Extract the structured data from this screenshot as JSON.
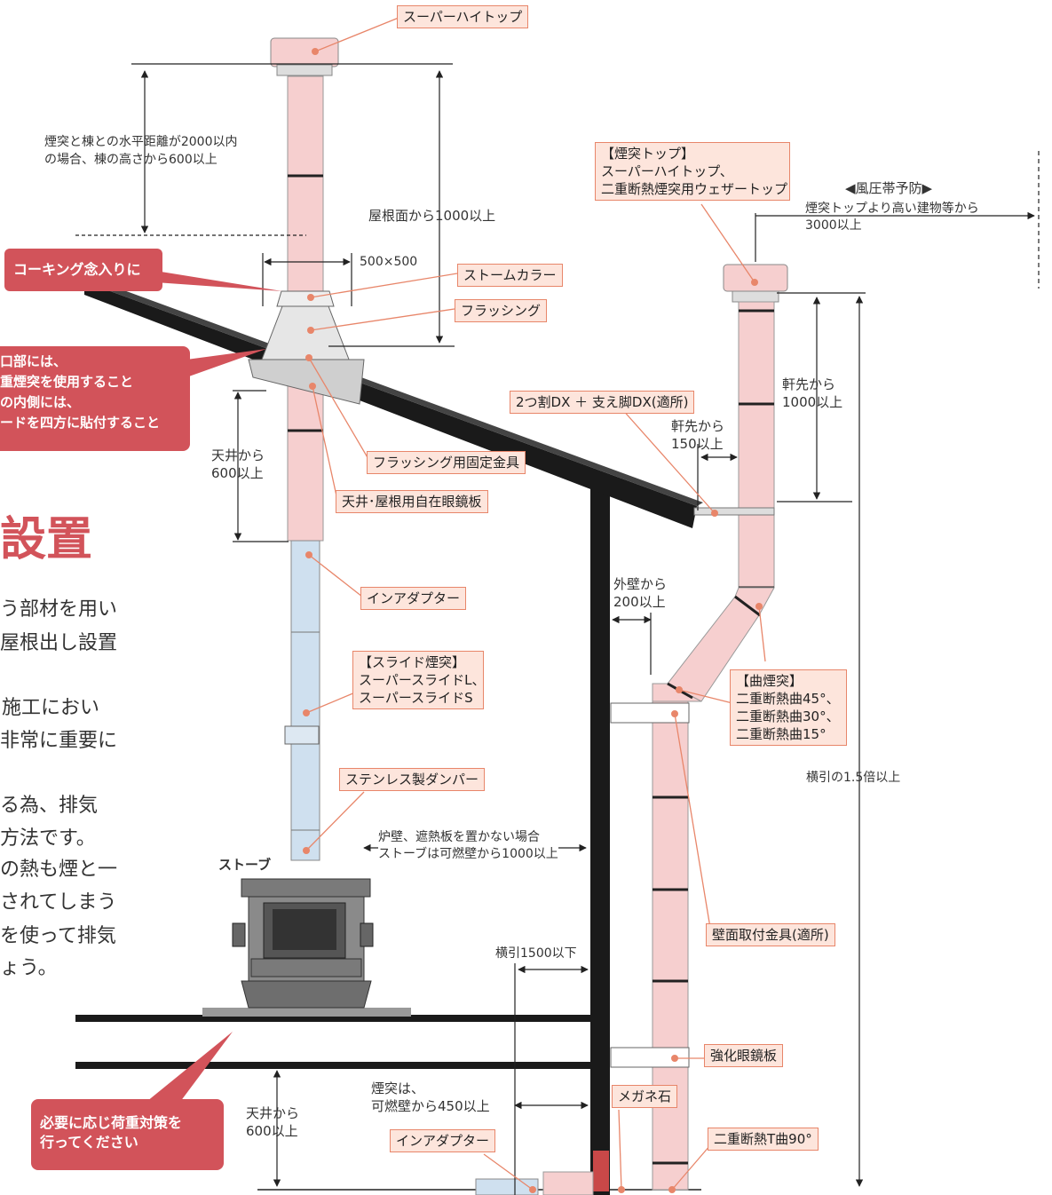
{
  "labels": {
    "super_high_top": "スーパーハイトップ",
    "storm_collar": "ストームカラー",
    "flashing": "フラッシング",
    "flashing_bracket": "フラッシング用固定金具",
    "ceiling_plate": "天井･屋根用自在眼鏡板",
    "in_adapter_top": "インアダプター",
    "slide_chimney": "【スライド煙突】\nスーパースライドL、\nスーパースライドS",
    "damper": "ステンレス製ダンパー",
    "chimney_top": "【煙突トップ】\nスーパーハイトップ、\n二重断熱煙突用ウェザートップ",
    "split_dx": "2つ割DX ＋ 支え脚DX(適所)",
    "curve_chimney": "【曲煙突】\n二重断熱曲45°、\n二重断熱曲30°、\n二重断熱曲15°",
    "wall_bracket": "壁面取付金具(適所)",
    "reinforced_plate": "強化眼鏡板",
    "megane_stone": "メガネ石",
    "in_adapter_bottom": "インアダプター",
    "t_curve": "二重断熱T曲90°"
  },
  "dimensions": {
    "horizontal_distance": "煙突と棟との水平距離が2000以内\nの場合、棟の高さから600以上",
    "roof_1000": "屋根面から1000以上",
    "size_500": "500×500",
    "ceiling_600_top": "天井から\n600以上",
    "wind_pressure": "◀風圧帯予防▶",
    "wind_pressure_detail": "煙突トップより高い建物等から\n3000以上",
    "eaves_1000": "軒先から\n1000以上",
    "eaves_150": "軒先から\n150以上",
    "outer_wall_200": "外壁から\n200以上",
    "horizontal_1_5": "横引の1.5倍以上",
    "furnace_wall": "炉壁、遮熱板を置かない場合\nストーブは可燃壁から1000以上",
    "horizontal_1500": "横引1500以下",
    "combustible_450": "煙突は、\n可燃壁から450以上",
    "ceiling_600_bottom": "天井から\n600以上",
    "stove": "ストーブ"
  },
  "callouts": {
    "caulking": "コーキング念入りに",
    "opening": "口部には、\n重煙突を使用すること\nの内側には、\nードを四方に貼付すること",
    "load": "必要に応じ荷重対策を\n行ってください"
  },
  "heading": "設置",
  "body_lines": [
    "う部材を用い",
    "屋根出し設置",
    "施工におい",
    "非常に重要に",
    "る為、排気",
    "方法です。",
    "の熱も煙と一",
    "されてしまう",
    "を使って排気",
    "ょう。"
  ],
  "colors": {
    "pipe_pink": "#f6cfcf",
    "pipe_blue": "#cfe0ef",
    "accent_red": "#d2535a",
    "leader_orange": "#e8866a",
    "roof": "#1a1a1a"
  }
}
